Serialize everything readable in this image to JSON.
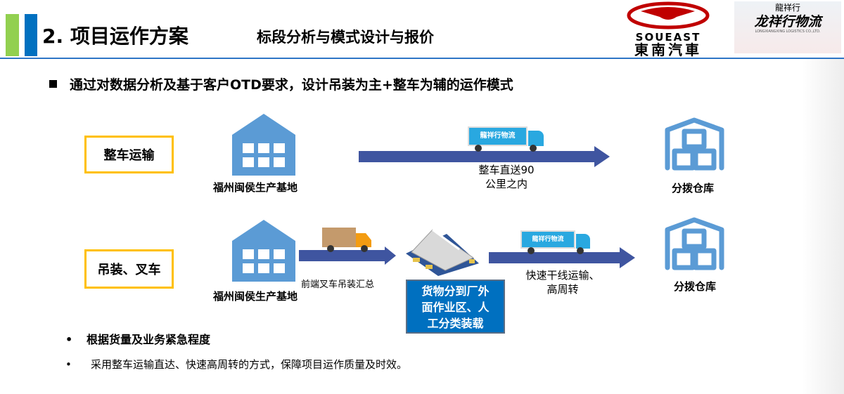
{
  "header": {
    "title": "2. 项目运作方案",
    "subtitle": "标段分析与模式设计与报价",
    "logos": {
      "soueast": {
        "en": "SOUEAST",
        "cn": "東南汽車"
      },
      "longxiang": {
        "top": "龍祥行",
        "cn": "龙祥行物流",
        "en": "LONGXIANGXING LOGISTICS CO.,LTD."
      }
    }
  },
  "headline": "通过对数据分析及基于客户OTD要求，设计吊装为主+整车为辅的运作模式",
  "row1": {
    "mode": "整车运输",
    "origin": "福州闽侯生产基地",
    "route_line1": "整车直送90",
    "route_line2": "公里之内",
    "truck_text": "龍祥行物流",
    "destination": "分拨仓库"
  },
  "row2": {
    "mode": "吊装、叉车",
    "origin": "福州闽侯生产基地",
    "front_note": "前端叉车吊装汇总",
    "staging_line1": "货物分到厂外",
    "staging_line2": "面作业区、人",
    "staging_line3": "工分类装载",
    "route_line1": "快速干线运输、",
    "route_line2": "高周转",
    "truck_text": "龍祥行物流",
    "destination": "分拨仓库"
  },
  "bullets": [
    "根据货量及业务紧急程度",
    "采用整车运输直达、快速高周转的方式，保障项目运作质量及时效。"
  ],
  "colors": {
    "accent_blue": "#0070c0",
    "accent_green": "#92d050",
    "arrow": "#3f55a0",
    "icon": "#5b9bd5",
    "box_border": "#ffc000"
  }
}
